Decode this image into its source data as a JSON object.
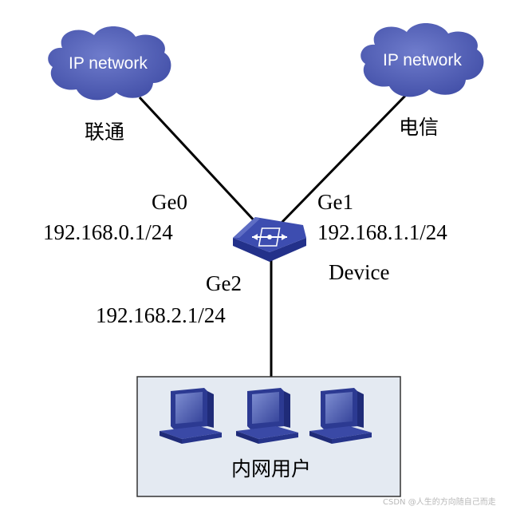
{
  "clouds": [
    {
      "label": "IP network",
      "isp": "联通"
    },
    {
      "label": "IP network",
      "isp": "电信"
    }
  ],
  "interfaces": [
    {
      "name": "Ge0",
      "ip": "192.168.0.1/24"
    },
    {
      "name": "Ge1",
      "ip": "192.168.1.1/24"
    },
    {
      "name": "Ge2",
      "ip": "192.168.2.1/24"
    }
  ],
  "device": {
    "label": "Device",
    "icon": "router-icon"
  },
  "lan": {
    "label": "内网用户",
    "icon": "computer-icon"
  },
  "colors": {
    "cloud": "#4a57ad",
    "device": "#3c4ba8",
    "lan_fill": "#e4eaf2",
    "link": "#000000"
  },
  "watermark": "CSDN @人生的方向随自己而走"
}
